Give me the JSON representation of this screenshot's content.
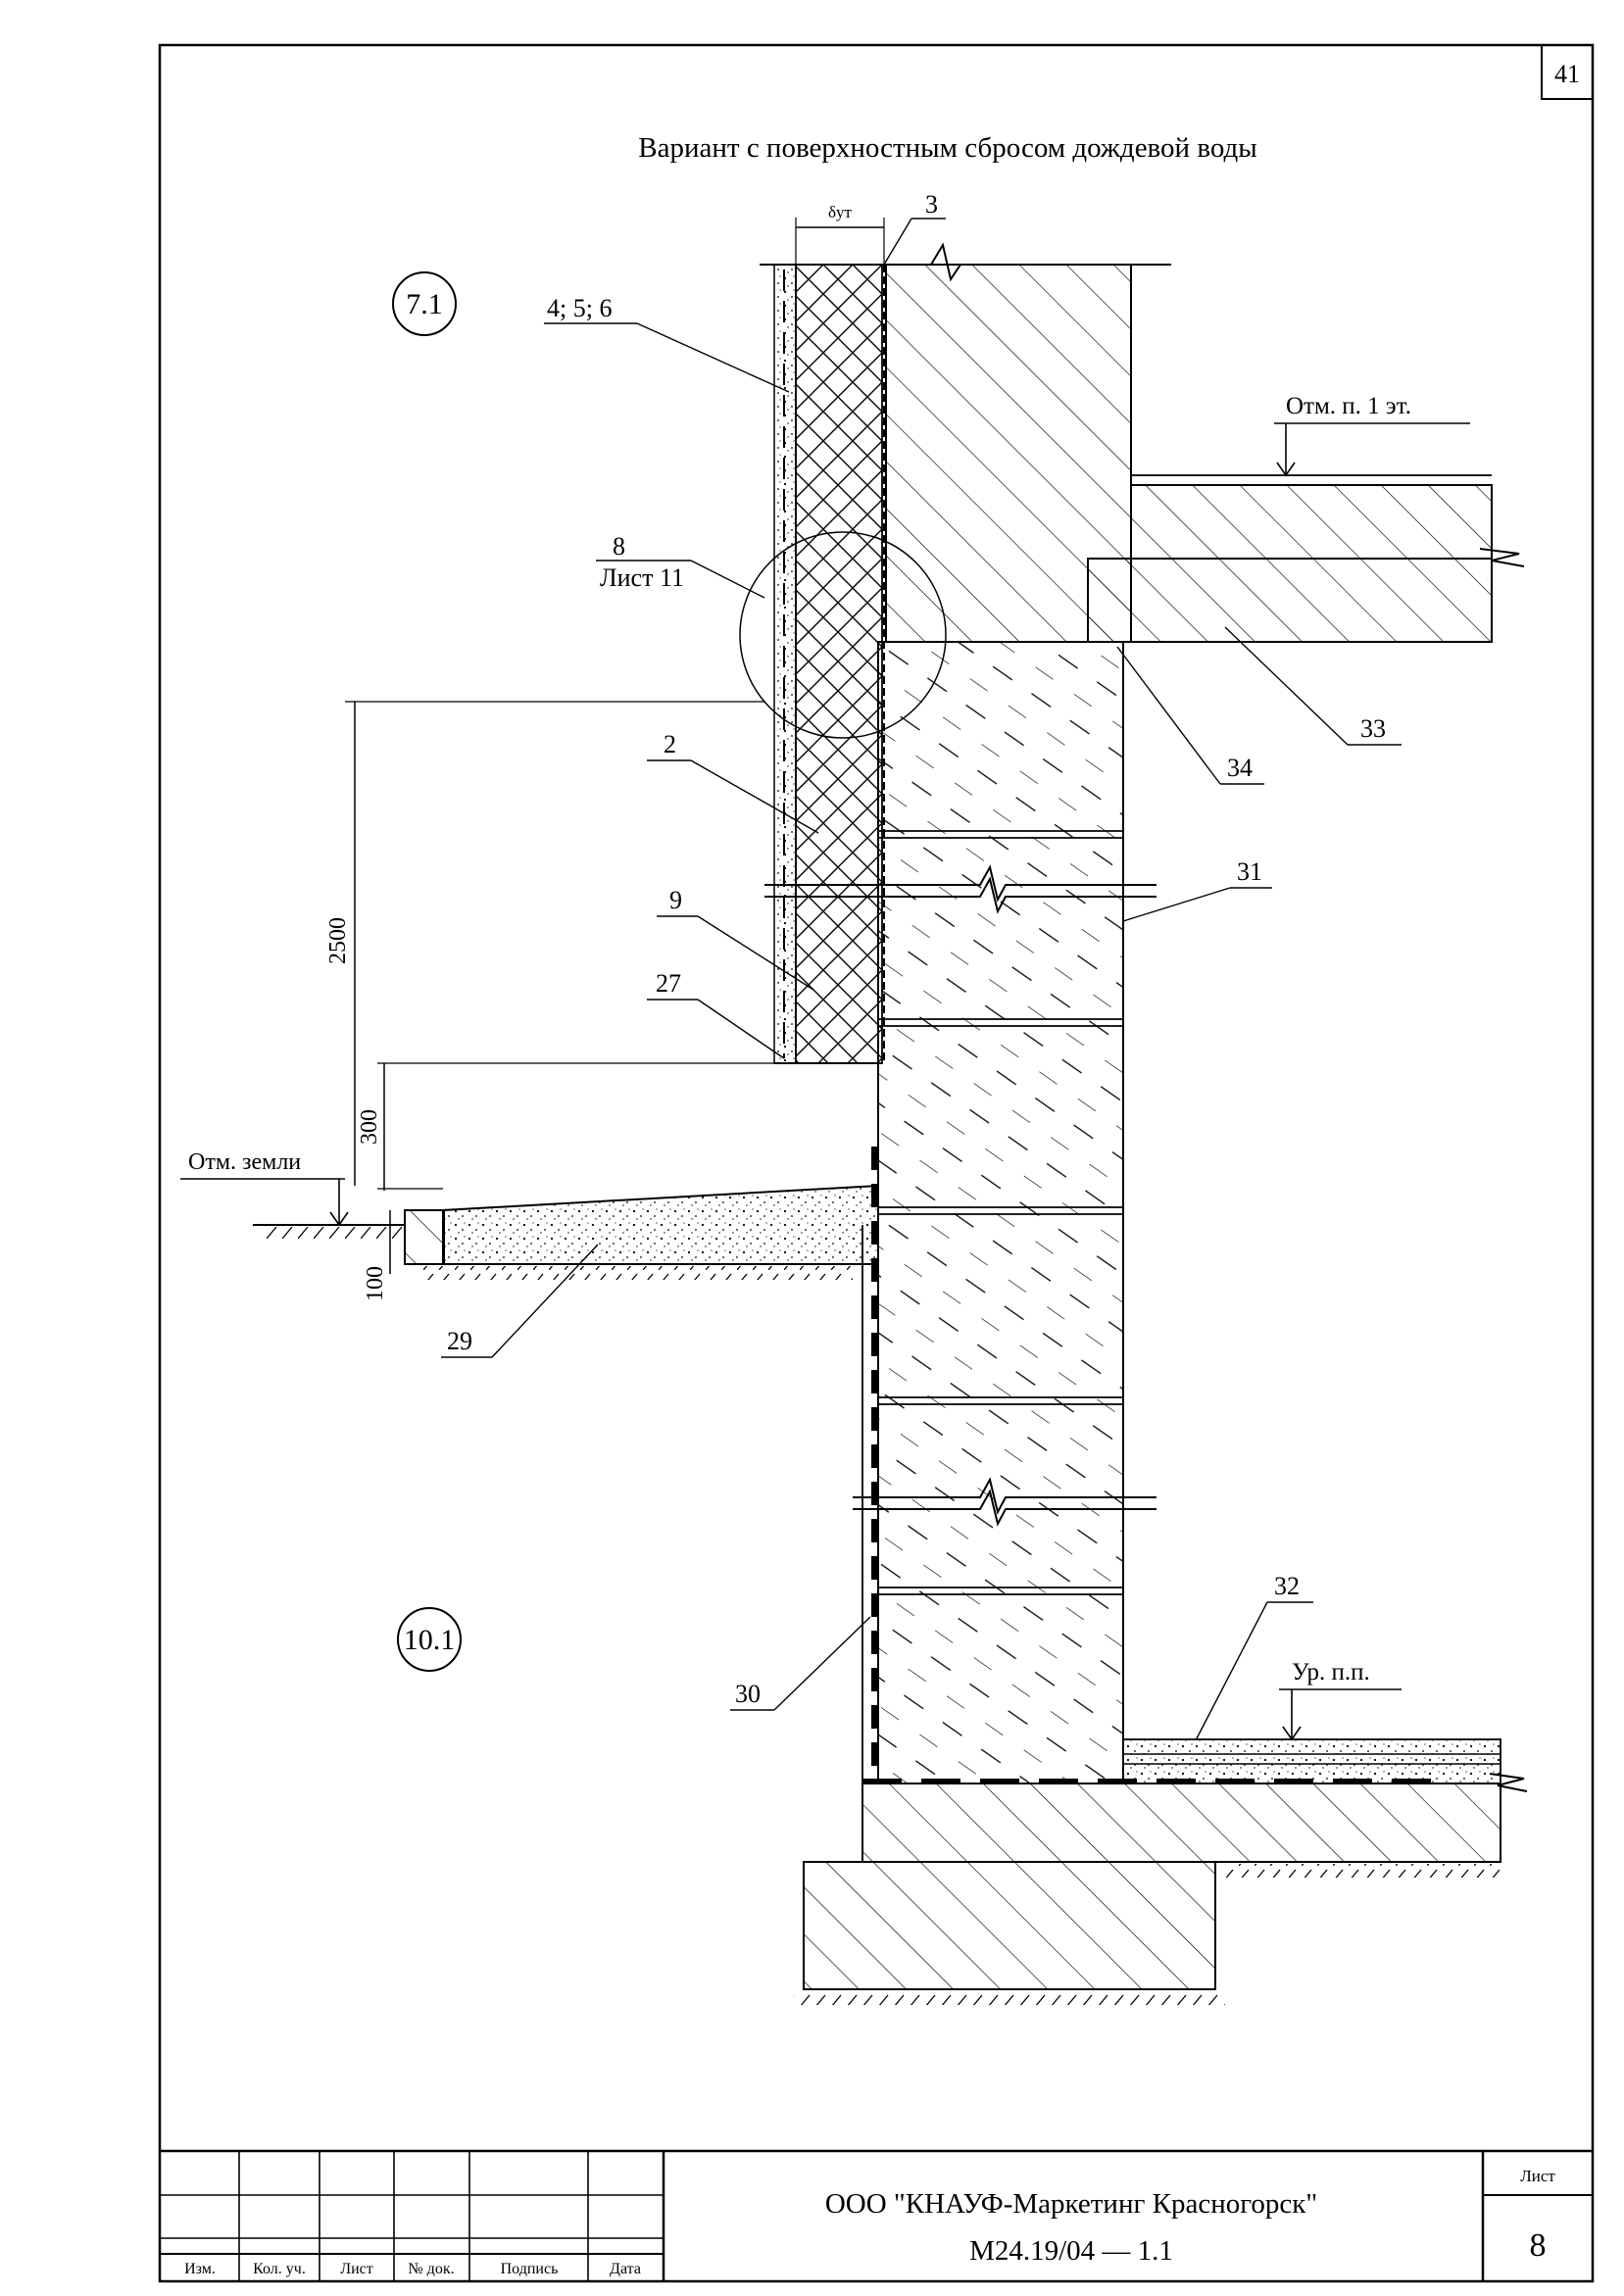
{
  "page_number": "41",
  "title": "Вариант с поверхностным сбросом дождевой воды",
  "nodes": {
    "upper": "7.1",
    "lower": "10.1"
  },
  "dimensions": {
    "insulation_thickness": "δут",
    "height_total": "2500",
    "height_plinth": "300",
    "depth_blind_area": "100"
  },
  "elevations": {
    "floor_1": "Отм. п. 1 эт.",
    "ground": "Отм. земли",
    "basement_floor": "Ур. п.п."
  },
  "callouts": {
    "c3": "3",
    "c456": "4; 5; 6",
    "c8": "8",
    "c8_sheet": "Лист 11",
    "c2": "2",
    "c9": "9",
    "c27": "27",
    "c29": "29",
    "c30": "30",
    "c31": "31",
    "c32": "32",
    "c33": "33",
    "c34": "34"
  },
  "title_block": {
    "columns": [
      "Изм.",
      "Кол. уч.",
      "Лист",
      "№ док.",
      "Подпись",
      "Дата"
    ],
    "organization": "ООО \"КНАУФ-Маркетинг Красногорск\"",
    "document_code": "М24.19/04 — 1.1",
    "sheet_label": "Лист",
    "sheet_number": "8"
  }
}
